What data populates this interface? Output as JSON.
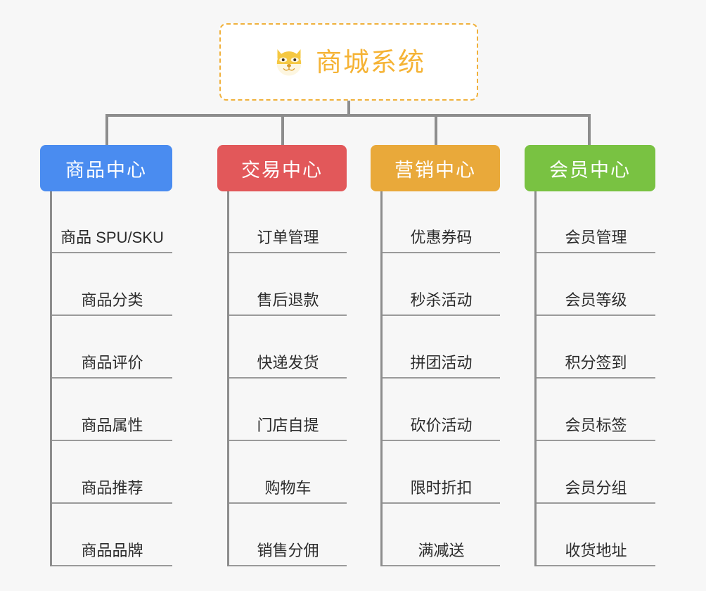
{
  "diagram": {
    "type": "tree-mindmap",
    "background_color": "#f7f7f7",
    "root": {
      "title": "商城系统",
      "icon": "shiba-dog-face-icon",
      "text_color": "#f5b335",
      "border_color": "#f0b13c",
      "border_style": "dashed",
      "background_color": "#ffffff"
    },
    "connector_color": "#8d8d8d",
    "branches": [
      {
        "label": "商品中心",
        "color": "#4a8cf0",
        "items": [
          "商品 SPU/SKU",
          "商品分类",
          "商品评价",
          "商品属性",
          "商品推荐",
          "商品品牌"
        ]
      },
      {
        "label": "交易中心",
        "color": "#e2585a",
        "items": [
          "订单管理",
          "售后退款",
          "快递发货",
          "门店自提",
          "购物车",
          "销售分佣"
        ]
      },
      {
        "label": "营销中心",
        "color": "#e9a93a",
        "items": [
          "优惠券码",
          "秒杀活动",
          "拼团活动",
          "砍价活动",
          "限时折扣",
          "满减送"
        ]
      },
      {
        "label": "会员中心",
        "color": "#79c242",
        "items": [
          "会员管理",
          "会员等级",
          "积分签到",
          "会员标签",
          "会员分组",
          "收货地址"
        ]
      }
    ]
  }
}
